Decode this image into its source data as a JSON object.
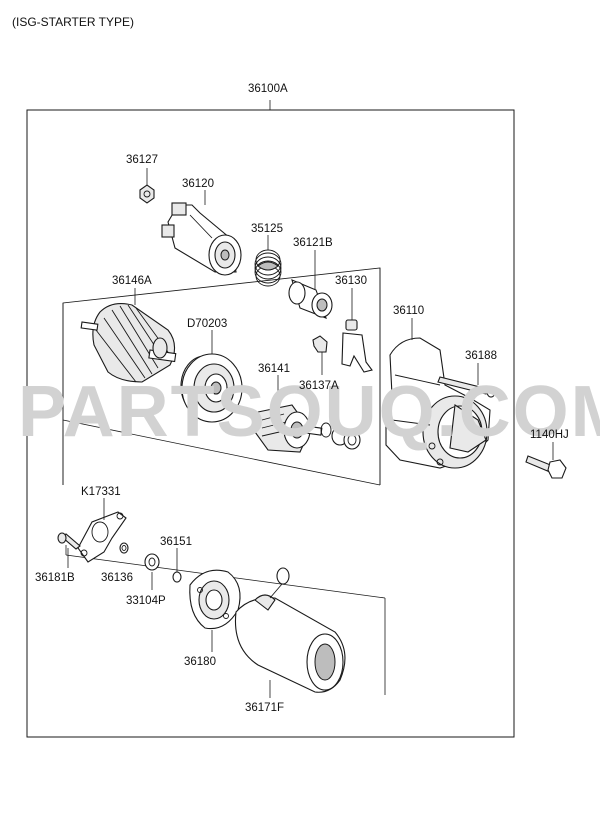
{
  "header": {
    "title": "(ISG-STARTER TYPE)"
  },
  "watermark": {
    "text": "PARTSOUQ.COM"
  },
  "assembly": {
    "code": "36100A"
  },
  "parts": [
    {
      "code": "36127"
    },
    {
      "code": "36120"
    },
    {
      "code": "35125"
    },
    {
      "code": "36121B"
    },
    {
      "code": "36130"
    },
    {
      "code": "36146A"
    },
    {
      "code": "D70203"
    },
    {
      "code": "36110"
    },
    {
      "code": "36188"
    },
    {
      "code": "36141"
    },
    {
      "code": "36137A"
    },
    {
      "code": "1140HJ"
    },
    {
      "code": "K17331"
    },
    {
      "code": "36151"
    },
    {
      "code": "36181B"
    },
    {
      "code": "36136"
    },
    {
      "code": "33104P"
    },
    {
      "code": "36180"
    },
    {
      "code": "36171F"
    }
  ]
}
